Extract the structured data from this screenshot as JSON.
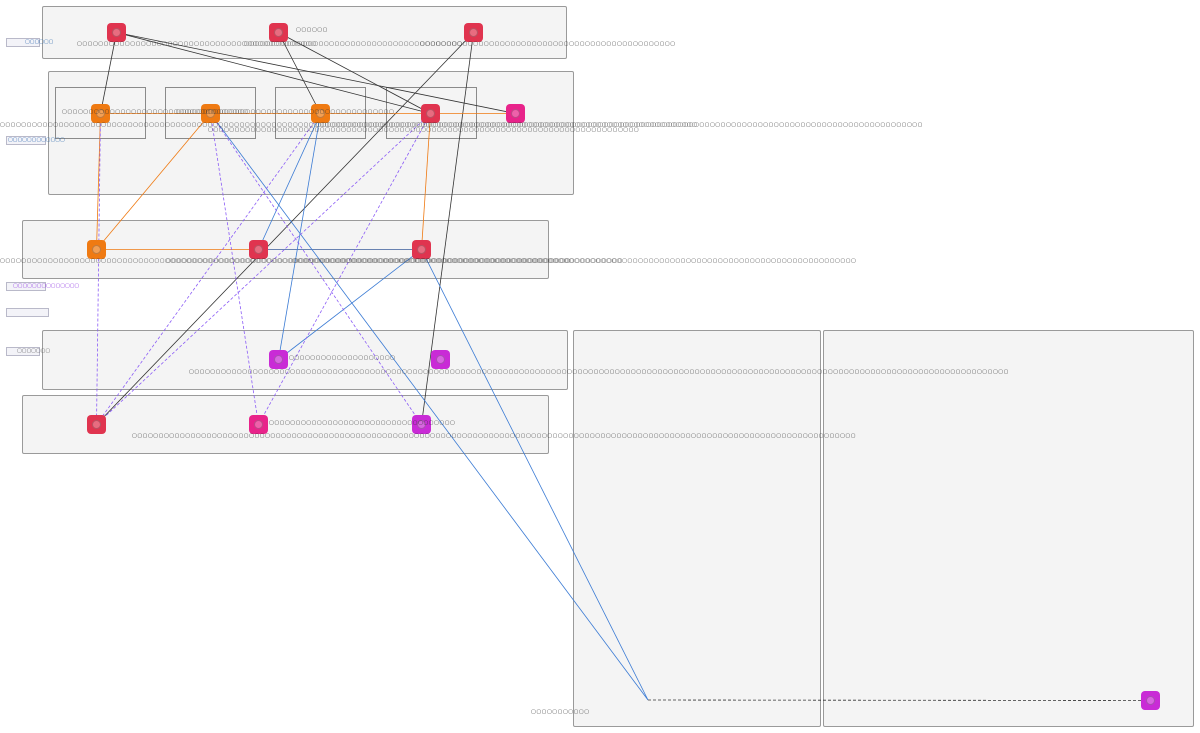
{
  "diagram": {
    "side_tags": [
      {
        "id": "t1",
        "text": "▢▢▢▢▢▢"
      },
      {
        "id": "t2",
        "text": "▢▢▢▢▢▢▢▢▢▢▢▢"
      },
      {
        "id": "t3",
        "text": "▢▢▢▢▢▢▢▢▢▢▢▢▢▢"
      },
      {
        "id": "t4",
        "text": ""
      },
      {
        "id": "t5",
        "text": "▢▢▢▢▢▢▢"
      }
    ],
    "nodes": {
      "top_a": {
        "label": "▢▢▢▢▢▢▢▢▢▢▢▢▢▢▢▢▢▢▢▢▢▢▢▢▢▢▢▢▢▢▢▢▢▢▢▢▢▢▢▢▢▢▢▢▢"
      },
      "top_b": {
        "label": "▢▢▢▢▢▢▢▢▢▢▢▢▢▢▢▢▢▢▢▢▢▢▢▢▢▢▢▢▢▢▢▢▢▢▢▢▢▢▢▢▢",
        "title": "▢▢▢▢▢▢"
      },
      "top_c": {
        "label": "▢▢▢▢▢▢▢▢▢▢▢▢▢▢▢▢▢▢▢▢▢▢▢▢▢▢▢▢▢▢▢▢▢▢▢▢▢▢▢▢▢▢▢▢▢▢▢▢"
      },
      "mid_a": {
        "label": "▢▢▢▢▢▢▢▢▢▢▢▢▢▢▢▢▢▢▢▢▢▢▢▢▢▢▢▢▢▢▢▢▢▢▢▢▢▢▢▢▢▢▢▢▢▢▢▢▢▢▢▢▢▢▢▢▢▢▢▢▢▢▢▢▢▢▢▢▢▢▢▢▢▢▢▢▢▢▢▢▢▢▢▢▢▢▢▢▢▢▢▢▢▢▢▢▢▢▢▢▢▢▢▢▢▢▢▢▢▢▢▢▢▢▢▢▢▢▢▢▢▢▢▢▢▢▢▢▢▢▢",
        "sub": "▢▢▢▢▢▢▢▢▢▢▢▢▢▢▢▢▢▢▢▢▢▢▢▢▢▢▢▢▢▢▢▢▢▢▢"
      },
      "mid_b": {
        "label": "▢▢▢▢▢▢▢▢▢▢▢▢▢▢▢▢▢▢▢▢▢▢▢▢▢▢▢▢▢▢▢▢▢▢▢▢▢▢▢▢▢",
        "sub": "▢▢▢▢▢▢▢▢▢▢▢▢▢▢▢▢▢▢▢▢▢▢▢▢▢▢▢▢▢▢▢▢▢▢▢▢▢▢▢▢▢"
      },
      "mid_c": {
        "label": "▢▢▢▢▢▢▢▢▢▢▢▢▢▢▢▢▢▢▢▢▢▢▢▢▢▢▢▢▢▢▢▢▢▢▢▢▢▢▢▢▢▢▢▢▢▢▢▢▢▢▢▢▢▢▢▢▢▢▢▢▢▢▢▢▢▢▢▢▢▢▢▢▢▢▢▢▢▢▢▢▢"
      },
      "mid_d": {
        "label": "▢▢▢▢▢▢▢▢▢▢▢▢▢▢▢▢▢▢▢▢▢▢▢▢▢▢▢▢▢▢▢▢▢▢▢▢▢▢▢▢▢▢▢▢▢▢▢▢▢▢▢▢▢▢▢▢▢▢▢▢▢▢▢▢▢▢▢▢▢▢▢▢▢▢▢▢▢▢▢▢▢▢▢▢▢▢▢▢▢▢▢▢▢▢▢▢▢▢▢▢▢▢▢▢▢▢▢▢▢▢▢▢▢▢"
      },
      "mid_e": {
        "label": ""
      },
      "row3_a": {
        "label": "▢▢▢▢▢▢▢▢▢▢▢▢▢▢▢▢▢▢▢▢▢▢▢▢▢▢▢▢▢▢▢▢▢▢▢▢▢▢▢▢▢▢▢▢▢▢▢▢▢▢▢▢▢▢▢▢▢▢▢▢▢▢▢▢▢▢▢▢▢▢▢▢▢▢▢▢▢▢▢▢▢▢▢▢▢▢▢▢▢▢▢▢▢▢▢▢▢▢▢▢▢▢▢▢▢▢▢▢▢▢▢▢▢▢▢▢▢"
      },
      "row3_b": {
        "label": "▢▢▢▢▢▢▢▢▢▢▢▢▢▢▢▢▢▢▢▢▢▢▢▢▢▢▢▢▢▢▢▢▢▢▢▢▢▢▢▢▢▢▢▢▢▢▢▢▢▢▢▢▢▢▢▢▢▢▢▢▢▢▢▢▢▢▢▢▢▢▢▢▢▢▢▢"
      },
      "row3_c": {
        "label": "▢▢▢▢▢▢▢▢▢▢▢▢▢▢▢▢▢▢▢▢▢▢▢▢▢▢▢▢▢▢▢▢▢▢▢▢▢▢▢▢▢▢▢▢▢▢▢▢▢▢▢▢▢▢▢▢▢▢▢▢▢▢▢▢▢▢▢▢▢▢▢▢▢▢▢▢▢▢▢▢▢▢▢▢▢▢▢▢▢▢▢▢▢▢▢▢▢▢▢▢▢▢▢▢▢▢"
      },
      "row4_a": {
        "label": "▢▢▢▢▢▢▢▢▢▢▢▢▢▢▢▢▢▢▢▢▢▢▢▢▢▢▢▢▢▢▢▢▢▢▢▢▢▢▢▢▢▢▢▢▢▢▢▢▢▢▢▢▢▢▢▢▢▢▢▢▢▢▢▢▢▢▢▢▢▢▢▢▢▢▢▢▢▢▢▢▢▢▢▢▢▢▢▢▢▢▢▢▢▢▢▢▢▢▢▢▢▢▢▢▢▢▢▢▢▢▢▢▢▢▢▢▢▢▢▢▢▢▢▢▢▢▢▢▢▢▢▢▢▢▢▢▢▢▢▢▢▢▢▢▢▢▢▢▢▢▢▢▢▢",
        "sub": "▢▢▢▢▢▢▢▢▢▢▢▢▢▢▢▢▢▢▢▢"
      },
      "row4_b": {
        "label": ""
      },
      "row5_a": {
        "label": "▢▢▢▢▢▢▢▢▢▢▢▢▢▢▢▢▢▢▢▢▢▢▢▢▢▢▢▢▢▢▢▢▢▢▢▢▢▢▢▢▢▢▢▢▢▢▢▢▢▢▢▢▢▢▢▢▢▢▢▢▢▢▢▢▢▢▢▢▢▢▢▢▢▢▢▢▢▢▢▢▢▢▢▢▢▢▢▢▢▢▢▢▢▢▢▢▢▢▢▢▢▢▢▢▢▢▢▢▢▢▢▢▢▢▢▢▢▢▢▢▢▢▢▢▢▢▢▢▢▢▢▢▢▢▢▢"
      },
      "row5_b": {
        "label": "▢▢▢▢▢▢▢▢▢▢▢▢▢▢▢▢▢▢▢▢▢▢▢▢▢▢▢▢▢▢▢▢▢▢▢"
      },
      "row5_c": {
        "label": ""
      },
      "far_node": {
        "label": ""
      },
      "bottom_hint": {
        "label": "▢▢▢▢▢▢▢▢▢▢▢"
      }
    },
    "colors": {
      "red": "#e0344f",
      "orange": "#ef7a12",
      "pink": "#e8238a",
      "magenta": "#c92bd6",
      "edge_dark": "#333333",
      "edge_orange": "#ef7a12",
      "edge_blue": "#3b7bd4",
      "edge_purple": "#8b5cf6"
    },
    "edges": [
      {
        "from": "top_a",
        "to": "mid_a",
        "color": "edge_dark",
        "style": "solid"
      },
      {
        "from": "top_a",
        "to": "mid_d",
        "color": "edge_dark",
        "style": "solid"
      },
      {
        "from": "top_a",
        "to": "mid_e",
        "color": "edge_dark",
        "style": "solid"
      },
      {
        "from": "top_b",
        "to": "mid_c",
        "color": "edge_dark",
        "style": "solid"
      },
      {
        "from": "top_b",
        "to": "mid_d",
        "color": "edge_dark",
        "style": "solid"
      },
      {
        "from": "top_c",
        "to": "row5_a",
        "color": "edge_dark",
        "style": "solid"
      },
      {
        "from": "top_c",
        "to": "row5_c",
        "color": "edge_dark",
        "style": "solid"
      },
      {
        "from": "mid_a",
        "to": "mid_e",
        "color": "edge_orange",
        "style": "solid"
      },
      {
        "from": "mid_a",
        "to": "row3_a",
        "color": "edge_orange",
        "style": "solid"
      },
      {
        "from": "mid_b",
        "to": "row3_a",
        "color": "edge_orange",
        "style": "solid"
      },
      {
        "from": "mid_d",
        "to": "row3_c",
        "color": "edge_orange",
        "style": "solid"
      },
      {
        "from": "row3_a",
        "to": "row3_c",
        "color": "edge_orange",
        "style": "solid"
      },
      {
        "from": "mid_b",
        "to": "far_anchor",
        "color": "edge_blue",
        "style": "solid"
      },
      {
        "from": "mid_c",
        "to": "row3_b",
        "color": "edge_blue",
        "style": "solid"
      },
      {
        "from": "mid_c",
        "to": "row4_a",
        "color": "edge_blue",
        "style": "solid"
      },
      {
        "from": "row3_b",
        "to": "row3_c",
        "color": "edge_blue",
        "style": "solid"
      },
      {
        "from": "row3_c",
        "to": "row4_a",
        "color": "edge_blue",
        "style": "solid"
      },
      {
        "from": "row3_c",
        "to": "far_anchor",
        "color": "edge_blue",
        "style": "solid"
      },
      {
        "from": "mid_a",
        "to": "row5_a",
        "color": "edge_purple",
        "style": "dashed"
      },
      {
        "from": "mid_b",
        "to": "row5_b",
        "color": "edge_purple",
        "style": "dashed"
      },
      {
        "from": "mid_b",
        "to": "row5_c",
        "color": "edge_purple",
        "style": "dashed"
      },
      {
        "from": "mid_c",
        "to": "row5_a",
        "color": "edge_purple",
        "style": "dashed"
      },
      {
        "from": "mid_d",
        "to": "row5_a",
        "color": "edge_purple",
        "style": "dashed"
      },
      {
        "from": "mid_d",
        "to": "row5_b",
        "color": "edge_purple",
        "style": "dashed"
      },
      {
        "from": "far_anchor",
        "to": "far_node",
        "color": "edge_dark",
        "style": "dashed"
      }
    ]
  }
}
